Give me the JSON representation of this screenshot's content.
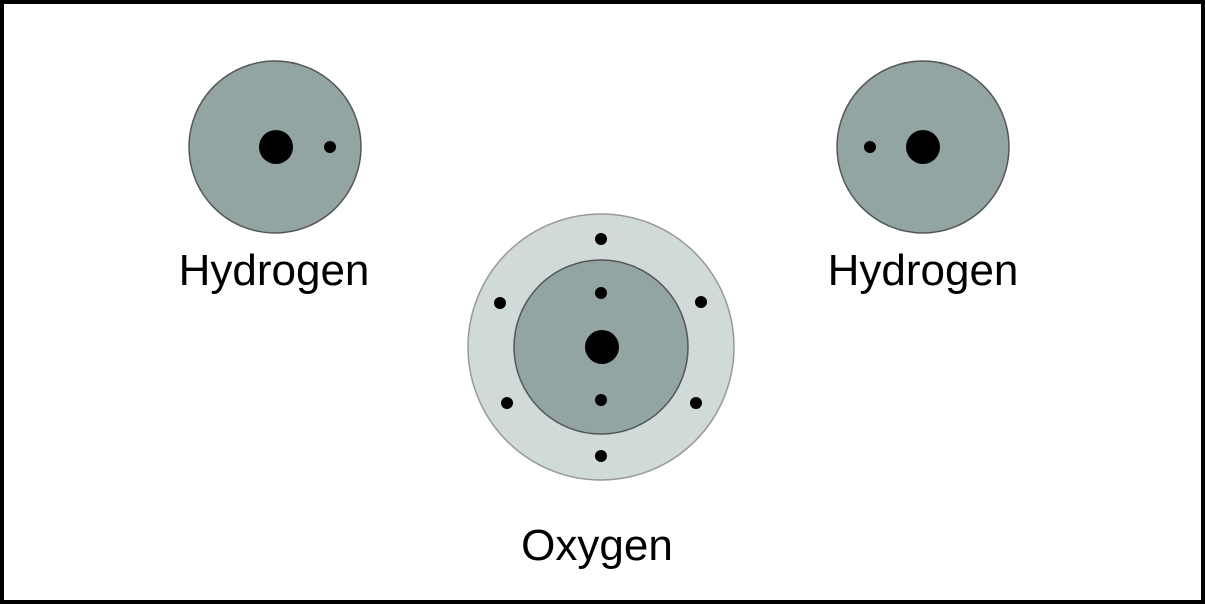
{
  "atoms": [
    {
      "label": "Hydrogen",
      "electrons": 1
    },
    {
      "label": "Hydrogen",
      "electrons": 1
    },
    {
      "label": "Oxygen",
      "electrons": 8
    }
  ],
  "colors": {
    "inner_shell": "#92a5a3",
    "outer_shell": "#d0dad9",
    "stroke": "#555555",
    "particle": "#000000",
    "border": "#000000"
  }
}
